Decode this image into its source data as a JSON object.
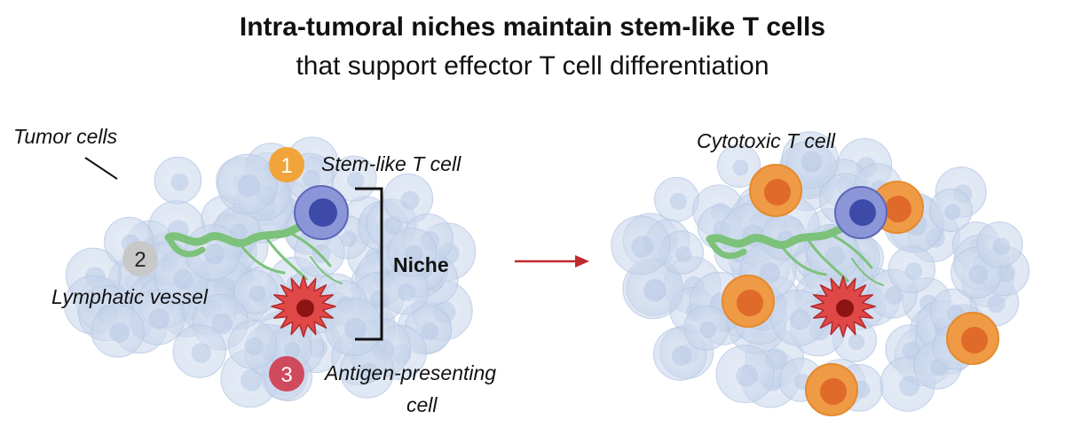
{
  "title": {
    "line1": "Intra-tumoral niches maintain stem-like T cells",
    "line2": "that support effector T cell differentiation"
  },
  "left_panel": {
    "tumor_cells": "Tumor cells",
    "stem_like": {
      "number": "1",
      "label": "Stem-like T cell"
    },
    "lymphatic": {
      "number": "2",
      "label": "Lymphatic vessel"
    },
    "apc": {
      "number": "3",
      "label_line1": "Antigen-presenting",
      "label_line2": "cell"
    },
    "niche": "Niche"
  },
  "right_panel": {
    "cytotoxic": "Cytotoxic T cell"
  },
  "colors": {
    "badge1": "#f0a43a",
    "badge2": "#c8c8c8",
    "badge3": "#d04a5e",
    "arrow": "#c0292b",
    "tcell": "#6b78c8",
    "ctl": "#ef9a44",
    "apc": "#d93b3b",
    "vessel": "#7cc27a",
    "tumor": "#c9d6ec"
  }
}
